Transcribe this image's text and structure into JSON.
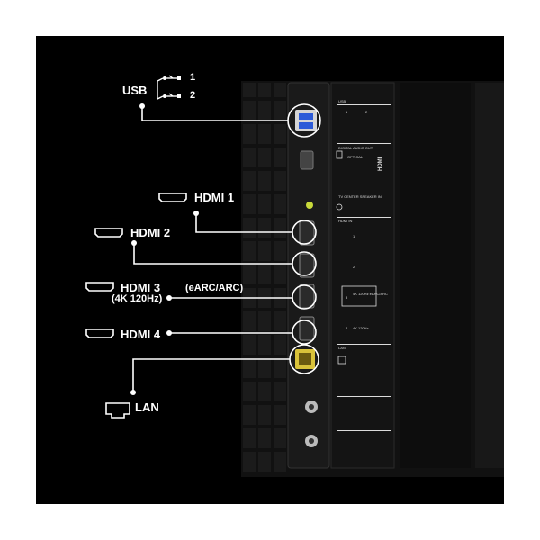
{
  "labels": {
    "usb": "USB",
    "usb_port_1": "1",
    "usb_port_2": "2",
    "hdmi1": "HDMI 1",
    "hdmi2": "HDMI 2",
    "hdmi3": "HDMI 3",
    "hdmi3_note": "(eARC/ARC)",
    "hdmi3_note2": "(4K 120Hz)",
    "hdmi4": "HDMI 4",
    "lan": "LAN"
  },
  "panel": {
    "usb_header": "USB",
    "usb_1": "1",
    "usb_2": "2",
    "digital_audio": "DIGITAL AUDIO OUT",
    "optical": "OPTICAL",
    "center_speaker": "TV CENTER SPEAKER IN",
    "hdmi_in": "HDMI IN",
    "hdmi_1": "1",
    "hdmi_2": "2",
    "hdmi_3": "3",
    "hdmi_3_note": "4K 120Hz eARC/ARC",
    "hdmi_4": "4",
    "hdmi_4_note": "4K 120Hz",
    "lan": "LAN",
    "hdmi_logo": "HDMI"
  },
  "icons": [
    "usb-icon",
    "hdmi-icon",
    "lan-icon",
    "usb-port-icon",
    "hdmi-port-icon",
    "ethernet-port-icon",
    "antenna-port-icon",
    "satellite-port-icon"
  ],
  "colors": {
    "background": "#000000",
    "page": "#ffffff",
    "text": "#ffffff",
    "usb_blue": "#2d5bd8",
    "lan_yellow": "#d9c23a",
    "indicator_green": "#c8d93a"
  }
}
